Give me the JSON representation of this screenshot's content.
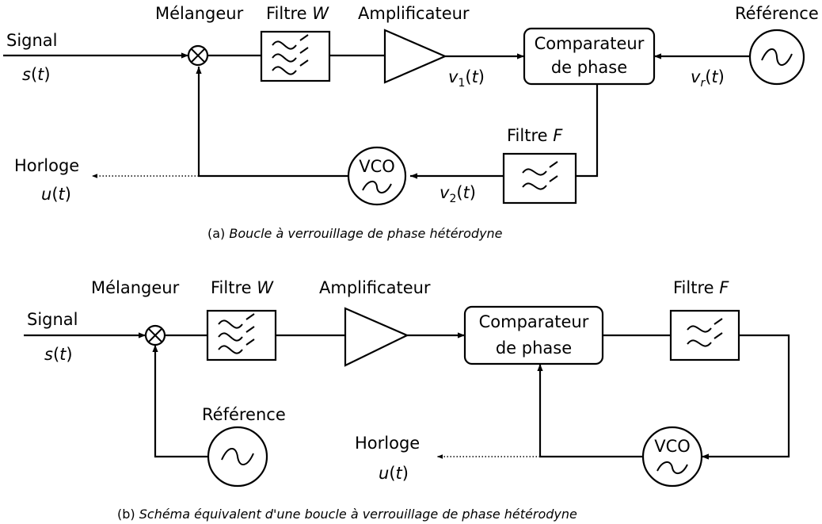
{
  "diagram_a": {
    "signal_label": "Signal",
    "signal_var": "s",
    "mixer_label": "Mélangeur",
    "filter_w_label": "Filtre",
    "filter_w_var": "W",
    "amplifier_label": "Amplificateur",
    "comparator_line1": "Comparateur",
    "comparator_line2": "de phase",
    "reference_label": "Référence",
    "v1_var": "v",
    "v1_sub": "1",
    "vr_var": "v",
    "vr_sub": "r",
    "v2_var": "v",
    "v2_sub": "2",
    "filter_f_label": "Filtre",
    "filter_f_var": "F",
    "vco_label": "VCO",
    "clock_label": "Horloge",
    "clock_var": "u",
    "arg_open": "(",
    "arg_t": "t",
    "arg_close": ")",
    "caption_tag": "(a)",
    "caption_text": "Boucle à verrouillage de phase hétérodyne"
  },
  "diagram_b": {
    "signal_label": "Signal",
    "signal_var": "s",
    "mixer_label": "Mélangeur",
    "filter_w_label": "Filtre",
    "filter_w_var": "W",
    "amplifier_label": "Amplificateur",
    "comparator_line1": "Comparateur",
    "comparator_line2": "de phase",
    "filter_f_label": "Filtre",
    "filter_f_var": "F",
    "reference_label": "Référence",
    "vco_label": "VCO",
    "clock_label": "Horloge",
    "clock_var": "u",
    "arg_open": "(",
    "arg_t": "t",
    "arg_close": ")",
    "caption_tag": "(b)",
    "caption_text": "Schéma équivalent d'une boucle à verrouillage de phase hétérodyne"
  }
}
